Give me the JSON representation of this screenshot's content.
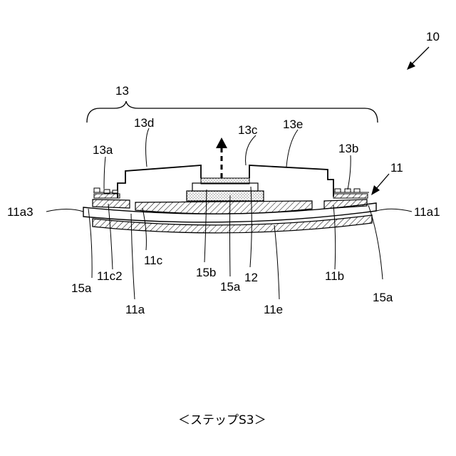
{
  "figure": {
    "ref_number": "10",
    "caption": "＜ステップS3＞",
    "labels": {
      "l13": "13",
      "l13d": "13d",
      "l13c": "13c",
      "l13e": "13e",
      "l13a": "13a",
      "l13b": "13b",
      "l11": "11",
      "l11a3": "11a3",
      "l11a1": "11a1",
      "l11c": "11c",
      "l11c2": "11c2",
      "l15a_left": "15a",
      "l15b": "15b",
      "l15a_center": "15a",
      "l12": "12",
      "l11b": "11b",
      "l15a_right": "15a",
      "l11a": "11a",
      "l11e": "11e"
    }
  }
}
